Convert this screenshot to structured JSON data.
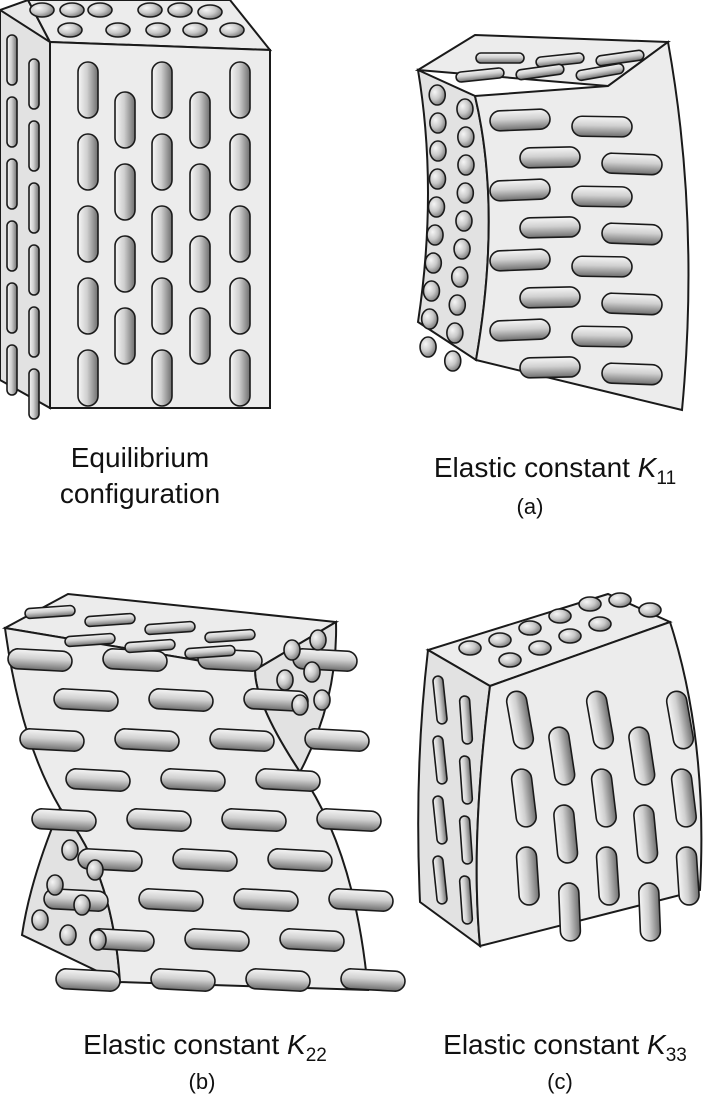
{
  "panels": {
    "equilibrium": {
      "caption_line1": "Equilibrium",
      "caption_line2": "configuration"
    },
    "a": {
      "caption_prefix": "Elastic constant ",
      "symbol": "K",
      "subscript": "11",
      "tag": "(a)"
    },
    "b": {
      "caption_prefix": "Elastic constant ",
      "symbol": "K",
      "subscript": "22",
      "tag": "(b)"
    },
    "c": {
      "caption_prefix": "Elastic constant ",
      "symbol": "K",
      "subscript": "33",
      "tag": "(c)"
    }
  },
  "colors": {
    "block_face": "#ececec",
    "outline": "#1a1a1a",
    "molecule_light": "#f4f4f4",
    "molecule_dark": "#7a7a7a"
  }
}
